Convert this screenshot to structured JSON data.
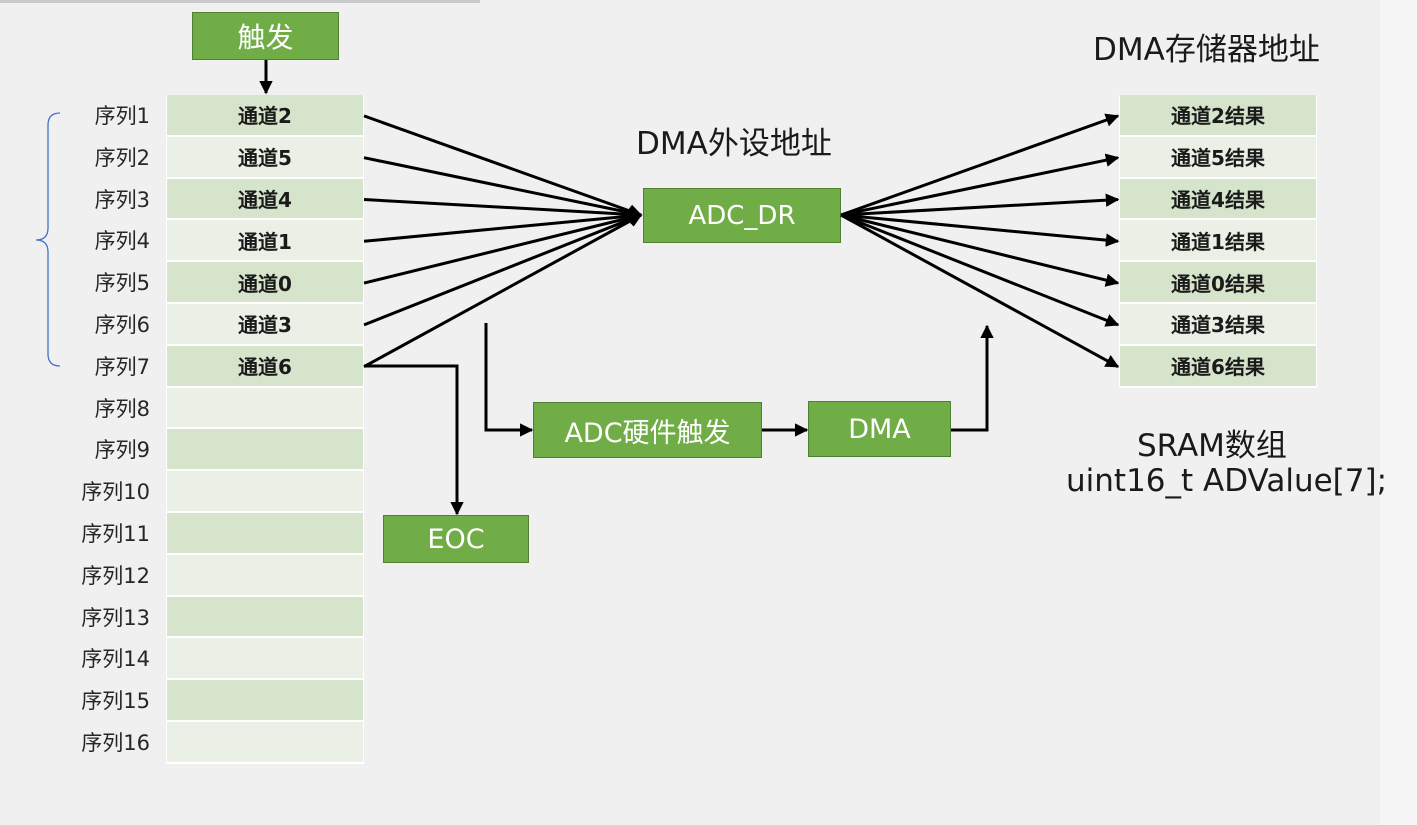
{
  "trigger_label": "触发",
  "sequence_labels": [
    "序列1",
    "序列2",
    "序列3",
    "序列4",
    "序列5",
    "序列6",
    "序列7",
    "序列8",
    "序列9",
    "序列10",
    "序列11",
    "序列12",
    "序列13",
    "序列14",
    "序列15",
    "序列16"
  ],
  "sequence_cells": [
    "通道2",
    "通道5",
    "通道4",
    "通道1",
    "通道0",
    "通道3",
    "通道6",
    "",
    "",
    "",
    "",
    "",
    "",
    "",
    "",
    ""
  ],
  "dma_peripheral_title": "DMA外设地址",
  "adc_dr_label": "ADC_DR",
  "dma_memory_title": "DMA存储器地址",
  "result_cells": [
    "通道2结果",
    "通道5结果",
    "通道4结果",
    "通道1结果",
    "通道0结果",
    "通道3结果",
    "通道6结果"
  ],
  "sram_title": "SRAM数组",
  "sram_code": "uint16_t ADValue[7];",
  "adc_hw_trigger_label": "ADC硬件触发",
  "dma_label": "DMA",
  "eoc_label": "EOC",
  "colors": {
    "box_fill": "#70ad47",
    "box_border": "#507e32",
    "cell_dark": "#d6e4cc",
    "cell_light": "#eaf0e6",
    "arrow": "#000000",
    "brace": "#4472c4"
  }
}
